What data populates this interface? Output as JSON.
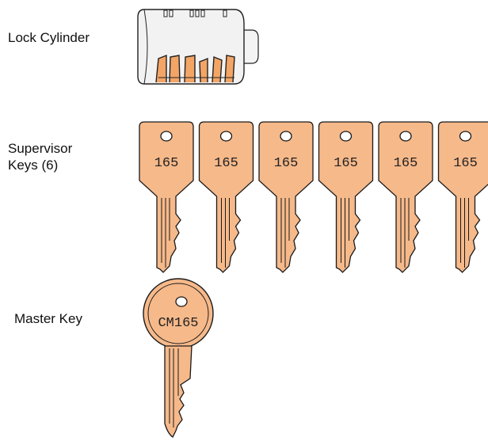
{
  "labels": {
    "lock_cylinder": "Lock Cylinder",
    "supervisor_keys_line1": "Supervisor",
    "supervisor_keys_line2": "Keys (6)",
    "master_key": "Master Key"
  },
  "supervisor_keys": [
    {
      "number": "165"
    },
    {
      "number": "165"
    },
    {
      "number": "165"
    },
    {
      "number": "165"
    },
    {
      "number": "165"
    },
    {
      "number": "165"
    }
  ],
  "master_key": {
    "number": "CM165"
  },
  "colors": {
    "key_fill": "#f6b98a",
    "key_stroke": "#1a1a1a",
    "cylinder_fill": "#f2f2f2",
    "cylinder_stroke": "#222222",
    "pin_fill": "#f3a566"
  }
}
